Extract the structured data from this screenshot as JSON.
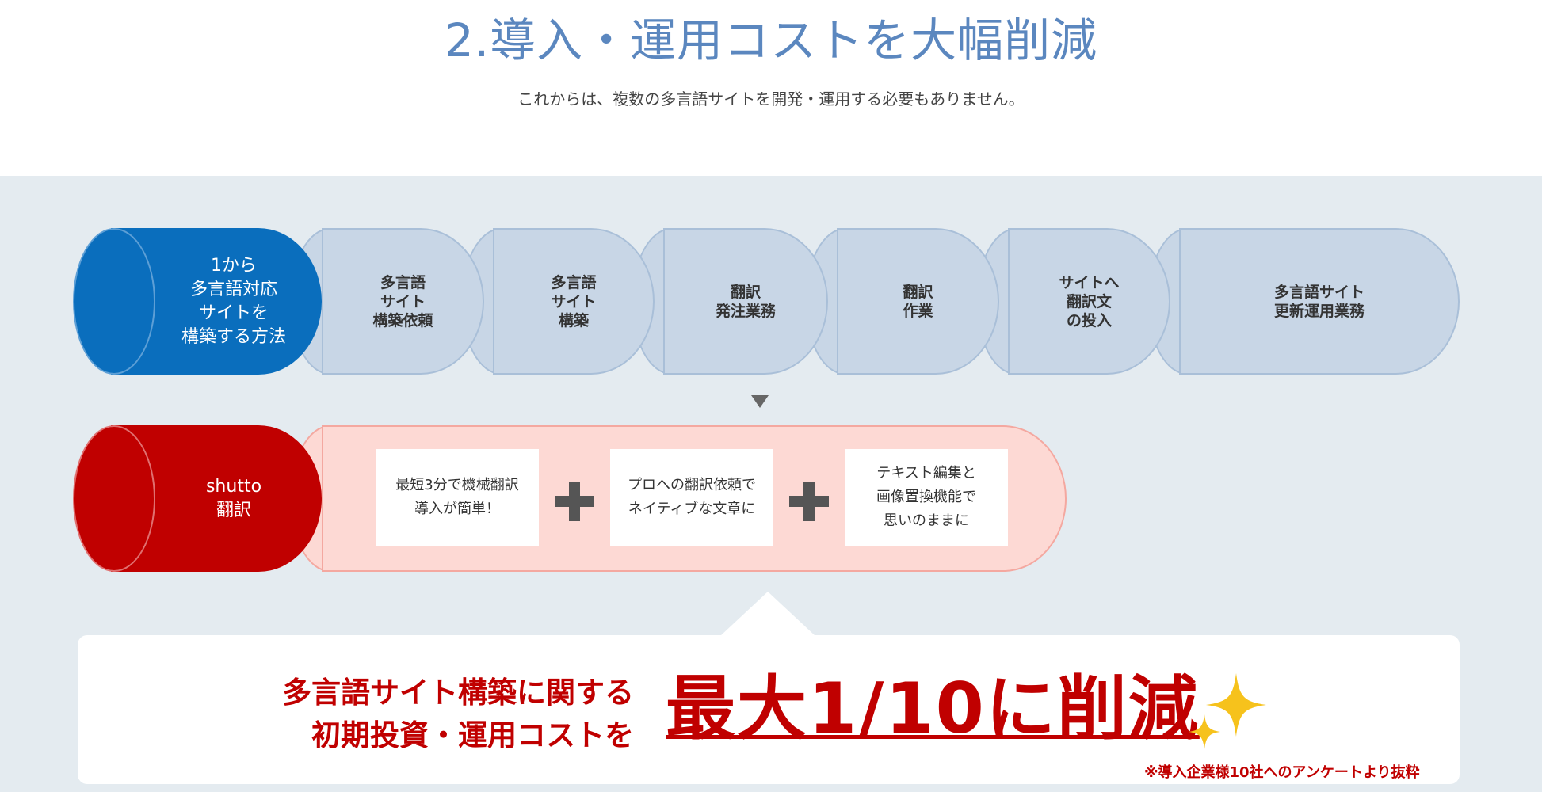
{
  "header": {
    "title": "2.導入・運用コストを大幅削減",
    "subtitle": "これからは、複数の多言語サイトを開発・運用する必要もありません。"
  },
  "traditional": {
    "lead_lines": [
      "1から",
      "多言語対応",
      "サイトを",
      "構築する方法"
    ],
    "steps": [
      {
        "lines": [
          "多言語",
          "サイト",
          "構築依頼"
        ]
      },
      {
        "lines": [
          "多言語",
          "サイト",
          "構築"
        ]
      },
      {
        "lines": [
          "翻訳",
          "発注業務"
        ]
      },
      {
        "lines": [
          "翻訳",
          "作業"
        ]
      },
      {
        "lines": [
          "サイトへ",
          "翻訳文",
          "の投入"
        ]
      },
      {
        "lines": [
          "多言語サイト",
          "更新運用業務"
        ]
      }
    ],
    "colors": {
      "lead": "#0a6ebd",
      "step": "#c8d6e6",
      "step_border": "#a9bfd8"
    }
  },
  "shutto": {
    "lead_lines": [
      "shutto",
      "翻訳"
    ],
    "cards": [
      {
        "lines": [
          "最短3分で機械翻訳",
          "導入が簡単！"
        ]
      },
      {
        "lines": [
          "プロへの翻訳依頼で",
          "ネイティブな文章に"
        ]
      },
      {
        "lines": [
          "テキスト編集と",
          "画像置換機能で",
          "思いのままに"
        ]
      }
    ],
    "colors": {
      "lead": "#c00000",
      "body": "#fdd9d4",
      "body_border": "#f4a8a0"
    }
  },
  "result": {
    "left_lines": [
      "多言語サイト構築に関する",
      "初期投資・運用コストを"
    ],
    "headline": "最大1/10に削減",
    "note": "※導入企業様10社へのアンケートより抜粋",
    "accent": "#c00000",
    "sparkle_color": "#f6c21c"
  },
  "icons": {
    "divider": "arrow-down-icon",
    "plus": "plus-icon",
    "sparkle": "sparkle-icon"
  }
}
